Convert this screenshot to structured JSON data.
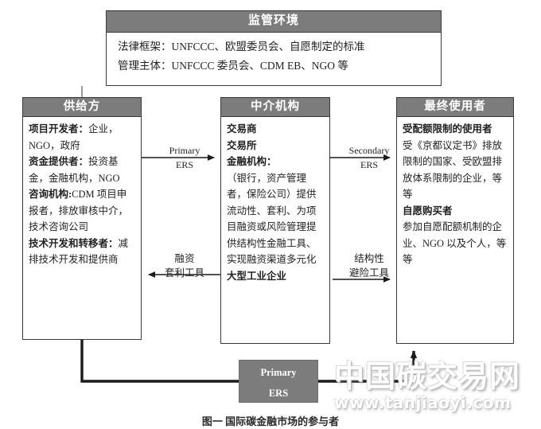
{
  "regulatory": {
    "title": "监管环境",
    "lines": [
      "法律框架：UNFCCC、欧盟委员会、自愿制定的标准",
      "管理主体：UNFCCC 委员会、CDM EB、NGO 等"
    ]
  },
  "supply": {
    "title": "供给方",
    "items": [
      {
        "label": "项目开发者：",
        "text": "企业，NGO，政府"
      },
      {
        "label": "资金提供者：",
        "text": "投资基金，金融机构，NGO"
      },
      {
        "label": "咨询机构:",
        "text": "CDM 项目申报者，排放审核中介，技术咨询公司"
      },
      {
        "label": "技术开发和转移者：",
        "text": "减排技术开发和提供商"
      }
    ]
  },
  "intermediary": {
    "title": "中介机构",
    "items": [
      {
        "label": "交易商",
        "text": ""
      },
      {
        "label": "交易所",
        "text": ""
      },
      {
        "label": "金融机构：",
        "text": "（银行，资产管理者，保险公司）提供流动性、套利、为项目融资或风险管理提供结构性金融工具、实现融资渠道多元化"
      },
      {
        "label": "大型工业企业",
        "text": ""
      }
    ]
  },
  "enduser": {
    "title": "最终使用者",
    "items": [
      {
        "label": "受配额限制的使用者",
        "text": "受《京都议定书》排放限制的国家、受欧盟排放体系限制的企业，等等"
      },
      {
        "label": "自愿购买者",
        "text": "参加自愿配额机制的企业、NGO 以及个人，等等"
      }
    ]
  },
  "arrows": {
    "primary": {
      "line1": "Primary",
      "line2": "ERS"
    },
    "secondary": {
      "line1": "Secondary",
      "line2": "ERS"
    },
    "financing": {
      "line1": "融资",
      "line2": "套利工具"
    },
    "structural": {
      "line1": "结构性",
      "line2": "避险工具"
    }
  },
  "primary_box": {
    "line1": "Primary",
    "line2": "ERS"
  },
  "caption": "图一 国际碳金融市场的参与者",
  "watermark": {
    "cn": "中国碳交易网",
    "url": "www.tanjiaoyi.com"
  },
  "colors": {
    "header_fill": "#7c7c7c",
    "border": "#3a3a3a",
    "text": "#231f20",
    "background": "#ffffff"
  }
}
